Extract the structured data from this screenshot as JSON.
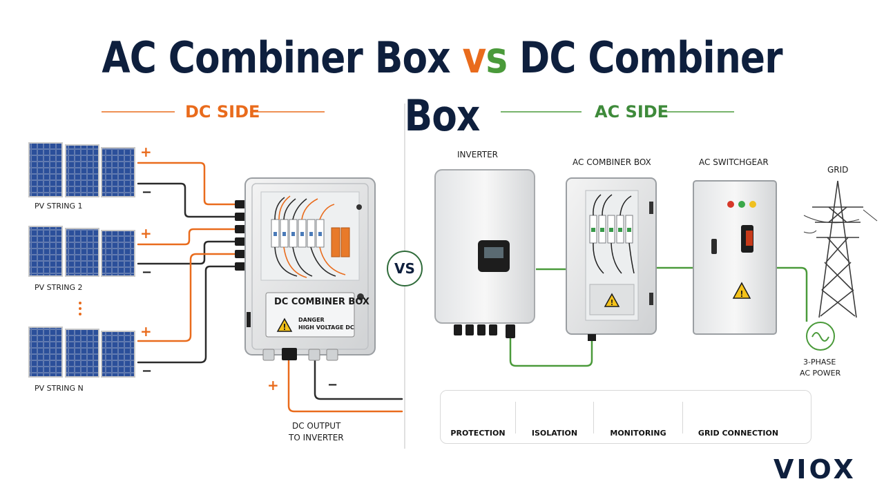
{
  "title": {
    "left": "AC Combiner Box",
    "vs": "vs",
    "right": "DC Combiner Box"
  },
  "dc_side": {
    "header": "DC SIDE",
    "strings": [
      "PV STRING 1",
      "PV STRING 2",
      "PV STRING N"
    ],
    "plus": "+",
    "minus": "−",
    "box_label": "DC COMBINER BOX",
    "warning_line1": "DANGER",
    "warning_line2": "HIGH VOLTAGE DC",
    "output_line1": "DC OUTPUT",
    "output_line2": "TO INVERTER"
  },
  "vs_badge": "VS",
  "ac_side": {
    "header": "AC SIDE",
    "inverter": "INVERTER",
    "ac_combiner": "AC COMBINER BOX",
    "switchgear": "AC SWITCHGEAR",
    "grid": "GRID",
    "grid_power_line1": "3-PHASE",
    "grid_power_line2": "AC POWER"
  },
  "features": [
    {
      "label": "PROTECTION",
      "icon": "shield-check-icon"
    },
    {
      "label": "ISOLATION",
      "icon": "isolation-switch-icon"
    },
    {
      "label": "MONITORING",
      "icon": "monitor-chart-icon"
    },
    {
      "label": "GRID CONNECTION",
      "icon": "grid-connection-icon"
    }
  ],
  "logo": "VIOX",
  "colors": {
    "orange": "#e96b1c",
    "green": "#4a9a3a",
    "navy": "#0e1f3d",
    "dark_wire": "#2b2b2b"
  }
}
